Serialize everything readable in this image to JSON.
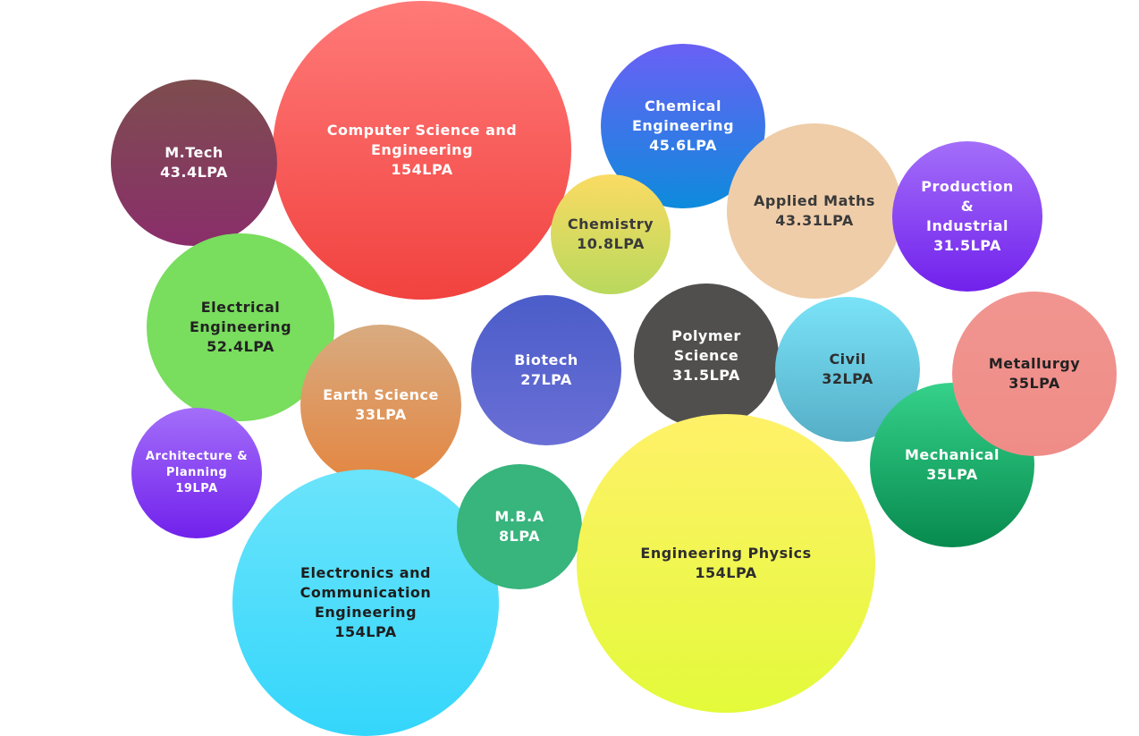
{
  "chart_data": {
    "type": "bubble",
    "unit": "LPA",
    "series": [
      {
        "id": "cse",
        "name": "Computer Science and Engineering",
        "value": 154,
        "label": "Computer Science and\nEngineering",
        "value_label": "154LPA",
        "color_top": "#ff7a78",
        "color_bottom": "#f1423f",
        "text_color": "#ffffff"
      },
      {
        "id": "mtech",
        "name": "M.Tech",
        "value": 43.4,
        "label": "M.Tech",
        "value_label": "43.4LPA",
        "color_top": "#7d4d4e",
        "color_bottom": "#8a2e6b",
        "text_color": "#ffffff"
      },
      {
        "id": "chemical",
        "name": "Chemical Engineering",
        "value": 45.6,
        "label": "Chemical\nEngineering",
        "value_label": "45.6LPA",
        "color_top": "#6a60f5",
        "color_bottom": "#0d8bdc",
        "text_color": "#ffffff"
      },
      {
        "id": "chemistry",
        "name": "Chemistry",
        "value": 10.8,
        "label": "Chemistry",
        "value_label": "10.8LPA",
        "color_top": "#fbdb63",
        "color_bottom": "#b8d95d",
        "text_color": "#3a3a3a"
      },
      {
        "id": "applied",
        "name": "Applied Maths",
        "value": 43.31,
        "label": "Applied Maths",
        "value_label": "43.31LPA",
        "color_top": "#efcda8",
        "color_bottom": "#efcda8",
        "text_color": "#3a3a3a"
      },
      {
        "id": "production",
        "name": "Production & Industrial",
        "value": 31.5,
        "label": "Production\n&\nIndustrial",
        "value_label": "31.5LPA",
        "color_top": "#a36ef9",
        "color_bottom": "#7121ec",
        "text_color": "#ffffff"
      },
      {
        "id": "electrical",
        "name": "Electrical Engineering",
        "value": 52.4,
        "label": "Electrical\nEngineering",
        "value_label": "52.4LPA",
        "color_top": "#79dd5e",
        "color_bottom": "#79dd5e",
        "text_color": "#222222"
      },
      {
        "id": "earth",
        "name": "Earth Science",
        "value": 33,
        "label": "Earth Science",
        "value_label": "33LPA",
        "color_top": "#d8ab80",
        "color_bottom": "#e48540",
        "text_color": "#ffffff"
      },
      {
        "id": "biotech",
        "name": "Biotech",
        "value": 27,
        "label": "Biotech",
        "value_label": "27LPA",
        "color_top": "#4b5dc9",
        "color_bottom": "#6a6fd6",
        "text_color": "#ffffff"
      },
      {
        "id": "polymer",
        "name": "Polymer Science",
        "value": 31.5,
        "label": "Polymer\nScience",
        "value_label": "31.5LPA",
        "color_top": "#504f4e",
        "color_bottom": "#504f4e",
        "text_color": "#ffffff"
      },
      {
        "id": "civil",
        "name": "Civil",
        "value": 32,
        "label": "Civil",
        "value_label": "32LPA",
        "color_top": "#7ae3f8",
        "color_bottom": "#55aec6",
        "text_color": "#2e2e2e"
      },
      {
        "id": "metallurgy",
        "name": "Metallurgy",
        "value": 35,
        "label": "Metallurgy",
        "value_label": "35LPA",
        "color_top": "#f19590",
        "color_bottom": "#ef8c87",
        "text_color": "#222222"
      },
      {
        "id": "mechanical",
        "name": "Mechanical",
        "value": 35,
        "label": "Mechanical",
        "value_label": "35LPA",
        "color_top": "#35d18a",
        "color_bottom": "#078a4e",
        "text_color": "#ffffff"
      },
      {
        "id": "architecture",
        "name": "Architecture & Planning",
        "value": 19,
        "label": "Architecture &\nPlanning",
        "value_label": "19LPA",
        "color_top": "#a36ef9",
        "color_bottom": "#7121ec",
        "text_color": "#ffffff"
      },
      {
        "id": "ece",
        "name": "Electronics and Communication Engineering",
        "value": 154,
        "label": "Electronics and\nCommunication\nEngineering",
        "value_label": "154LPA",
        "color_top": "#6be4fb",
        "color_bottom": "#34d6fb",
        "text_color": "#1e1e1e"
      },
      {
        "id": "mba",
        "name": "M.B.A",
        "value": 8,
        "label": "M.B.A",
        "value_label": "8LPA",
        "color_top": "#38b47d",
        "color_bottom": "#38b47d",
        "text_color": "#ffffff"
      },
      {
        "id": "ephys",
        "name": "Engineering Physics",
        "value": 154,
        "label": "Engineering Physics",
        "value_label": "154LPA",
        "color_top": "#fff169",
        "color_bottom": "#e3fa3a",
        "text_color": "#2e2e2e"
      }
    ]
  }
}
